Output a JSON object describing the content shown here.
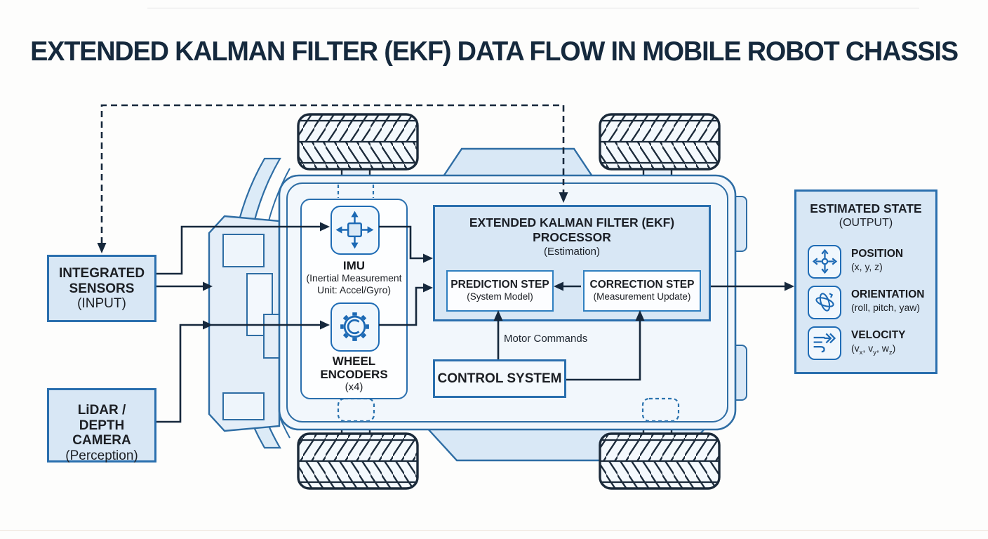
{
  "title": "EXTENDED KALMAN FILTER (EKF) DATA FLOW IN MOBILE ROBOT CHASSIS",
  "colors": {
    "title_text": "#15293d",
    "box_border_blue": "#2a6fae",
    "box_fill_lightblue": "#d8e7f5",
    "icon_blue": "#1f6cb5",
    "arrow_dark_navy": "#16283c",
    "chassis_outline": "#2e6da4",
    "white_box_fill": "#fcfdff"
  },
  "inputs": {
    "sensors": {
      "l1": "INTEGRATED",
      "l2": "SENSORS",
      "l3": "(INPUT)"
    },
    "lidar": {
      "l1": "LiDAR /",
      "l2": "DEPTH CAMERA",
      "l3": "(Perception)"
    }
  },
  "modules": {
    "imu": {
      "icon": "axes-arrows-icon",
      "name": "IMU",
      "desc1": "(Inertial Measurement",
      "desc2": "Unit: Accel/Gyro)"
    },
    "encoders": {
      "icon": "gear-encoder-icon",
      "l1": "WHEEL",
      "l2": "ENCODERS",
      "l3": "(x4)"
    }
  },
  "ekf": {
    "title1": "EXTENDED KALMAN FILTER (EKF)",
    "title2": "PROCESSOR",
    "subtitle": "(Estimation)",
    "prediction": {
      "name": "PREDICTION STEP",
      "sub": "(System Model)"
    },
    "correction": {
      "name": "CORRECTION STEP",
      "sub": "(Measurement Update)"
    }
  },
  "control": {
    "label": "CONTROL SYSTEM",
    "motor_label": "Motor Commands"
  },
  "output": {
    "title": "ESTIMATED STATE",
    "subtitle": "(OUTPUT)",
    "items": [
      {
        "icon": "move-arrows-icon",
        "name": "POSITION",
        "value": "(x, y, z)"
      },
      {
        "icon": "gyroscope-icon",
        "name": "ORIENTATION",
        "value": "(roll, pitch, yaw)"
      },
      {
        "icon": "wind-velocity-icon",
        "name": "VELOCITY",
        "parts": {
          "p1": "(v",
          "s1": "x",
          "p2": ", v",
          "s2": "y",
          "p3": ", w",
          "s3": "z",
          "p4": ")"
        }
      }
    ]
  }
}
